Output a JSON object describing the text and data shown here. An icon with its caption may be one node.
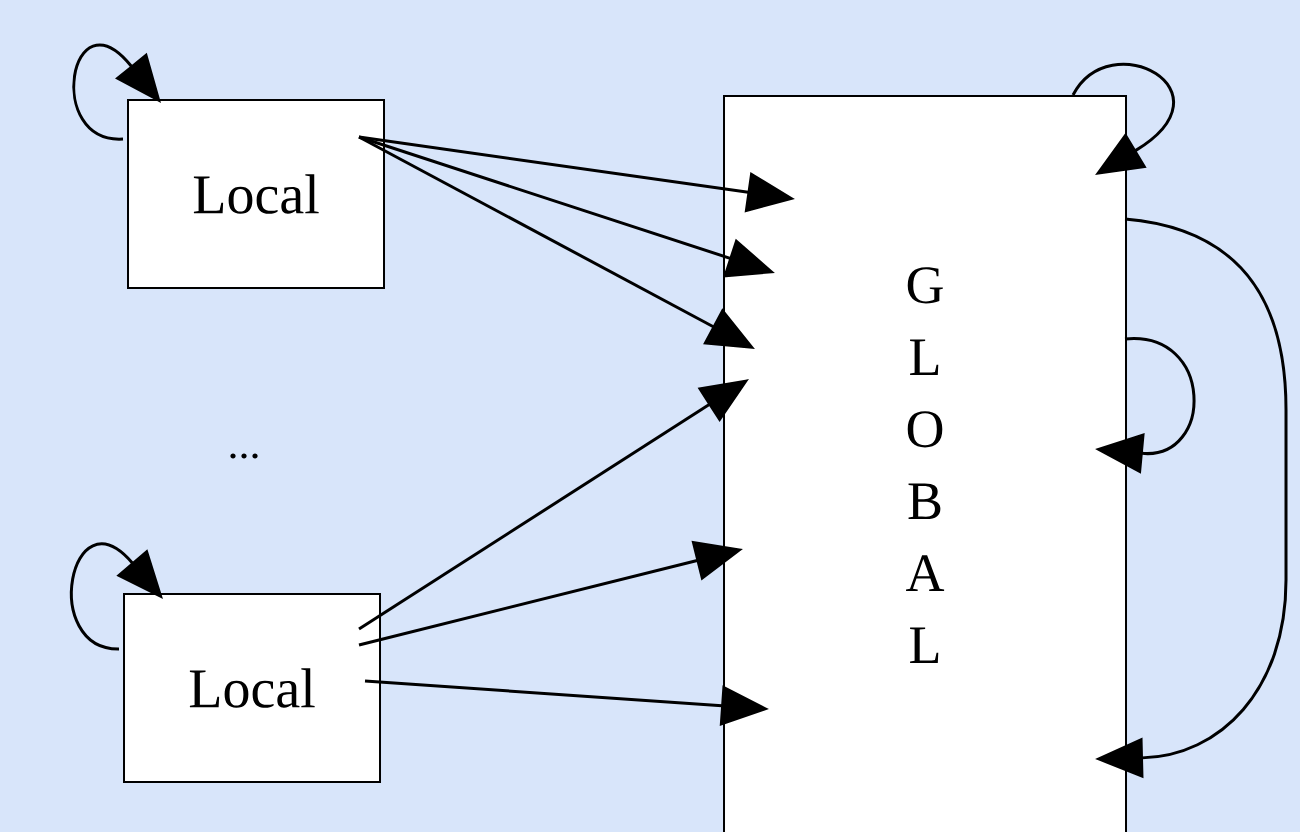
{
  "diagram": {
    "nodes": [
      {
        "text": [
          "Local"
        ]
      },
      {
        "text": [
          "Local"
        ]
      },
      {
        "text": [
          "GLOBAL"
        ]
      }
    ],
    "edges": [
      {
        "from": 0,
        "to": 0,
        "arrow": "to"
      },
      {
        "from": 0,
        "to": 2,
        "arrow": "to"
      },
      {
        "from": 0,
        "to": 2,
        "arrow": "to"
      },
      {
        "from": 0,
        "to": 2,
        "arrow": "to"
      },
      {
        "from": 1,
        "to": 1,
        "arrow": "to"
      },
      {
        "from": 1,
        "to": 2,
        "arrow": "to"
      },
      {
        "from": 1,
        "to": 2,
        "arrow": "to"
      },
      {
        "from": 1,
        "to": 2,
        "arrow": "to"
      },
      {
        "from": 2,
        "to": 2,
        "arrow": "to"
      },
      {
        "from": 2,
        "to": 2,
        "arrow": "to"
      },
      {
        "from": 2,
        "to": 2,
        "arrow": "to"
      }
    ],
    "labels": [
      "..."
    ]
  }
}
